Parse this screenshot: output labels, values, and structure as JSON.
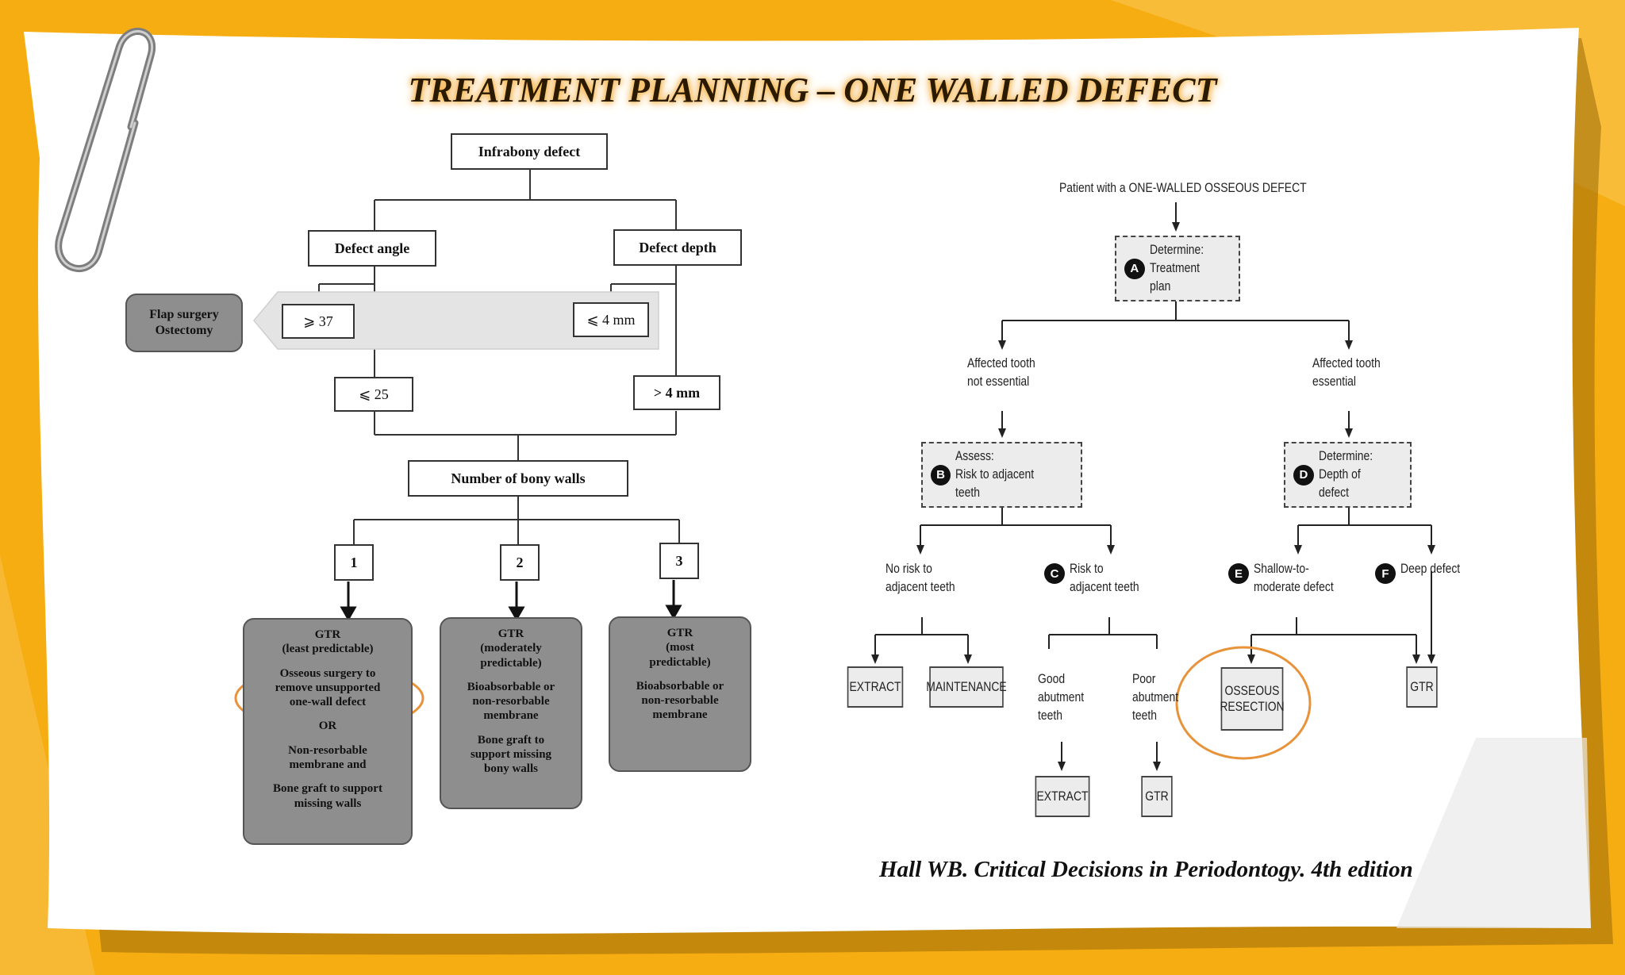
{
  "title": "TREATMENT PLANNING – ONE WALLED DEFECT",
  "citation": "Hall WB. Critical Decisions in Periodontogy. 4th edition",
  "left_chart": {
    "infrabony": "Infrabony defect",
    "defect_angle": "Defect angle",
    "defect_depth": "Defect depth",
    "flap": "Flap surgery\nOstectomy",
    "angle_ge": "⩾ 37",
    "depth_lt": "⩽ 4 mm",
    "angle_le": "⩽ 25",
    "depth_gt": "> 4 mm",
    "bony_walls": "Number of bony walls",
    "w1": "1",
    "w2": "2",
    "w3": "3",
    "g1_a": "GTR\n(least predictable)",
    "g1_b": "Osseous surgery to\nremove unsupported\none-wall defect",
    "g1_c": "OR",
    "g1_d": "Non-resorbable\nmembrane and",
    "g1_e": "Bone graft to support\nmissing walls",
    "g2_a": "GTR\n(moderately\npredictable)",
    "g2_b": "Bioabsorbable or\nnon-resorbable\nmembrane",
    "g2_c": "Bone graft to\nsupport missing\nbony walls",
    "g3_a": "GTR\n(most\npredictable)",
    "g3_b": "Bioabsorbable or\nnon-resorbable\nmembrane"
  },
  "right_chart": {
    "patient": "Patient with a ONE-WALLED OSSEOUS DEFECT",
    "a_badge": "A",
    "a_text": "Determine:\n   Treatment plan",
    "not_essential": "Affected tooth\nnot essential",
    "essential": "Affected tooth\nessential",
    "b_badge": "B",
    "b_text": "Assess:\n   Risk to adjacent teeth",
    "d_badge": "D",
    "d_text": "Determine:\n   Depth of defect",
    "no_risk": "No risk to\nadjacent teeth",
    "c_badge": "C",
    "c_text": "Risk to\nadjacent teeth",
    "e_badge": "E",
    "e_text": "Shallow-to-\nmoderate defect",
    "f_badge": "F",
    "f_text": "Deep defect",
    "extract1": "EXTRACT",
    "maintenance": "MAINTENANCE",
    "good": "Good\nabutment\nteeth",
    "poor": "Poor\nabutment\nteeth",
    "extract2": "EXTRACT",
    "gtr1": "GTR",
    "osseous": "OSSEOUS\nRESECTION",
    "gtr2": "GTR"
  },
  "colors": {
    "background": "#f6ad12",
    "highlight": "#e8923a",
    "dark_box": "#8e8e8e"
  }
}
